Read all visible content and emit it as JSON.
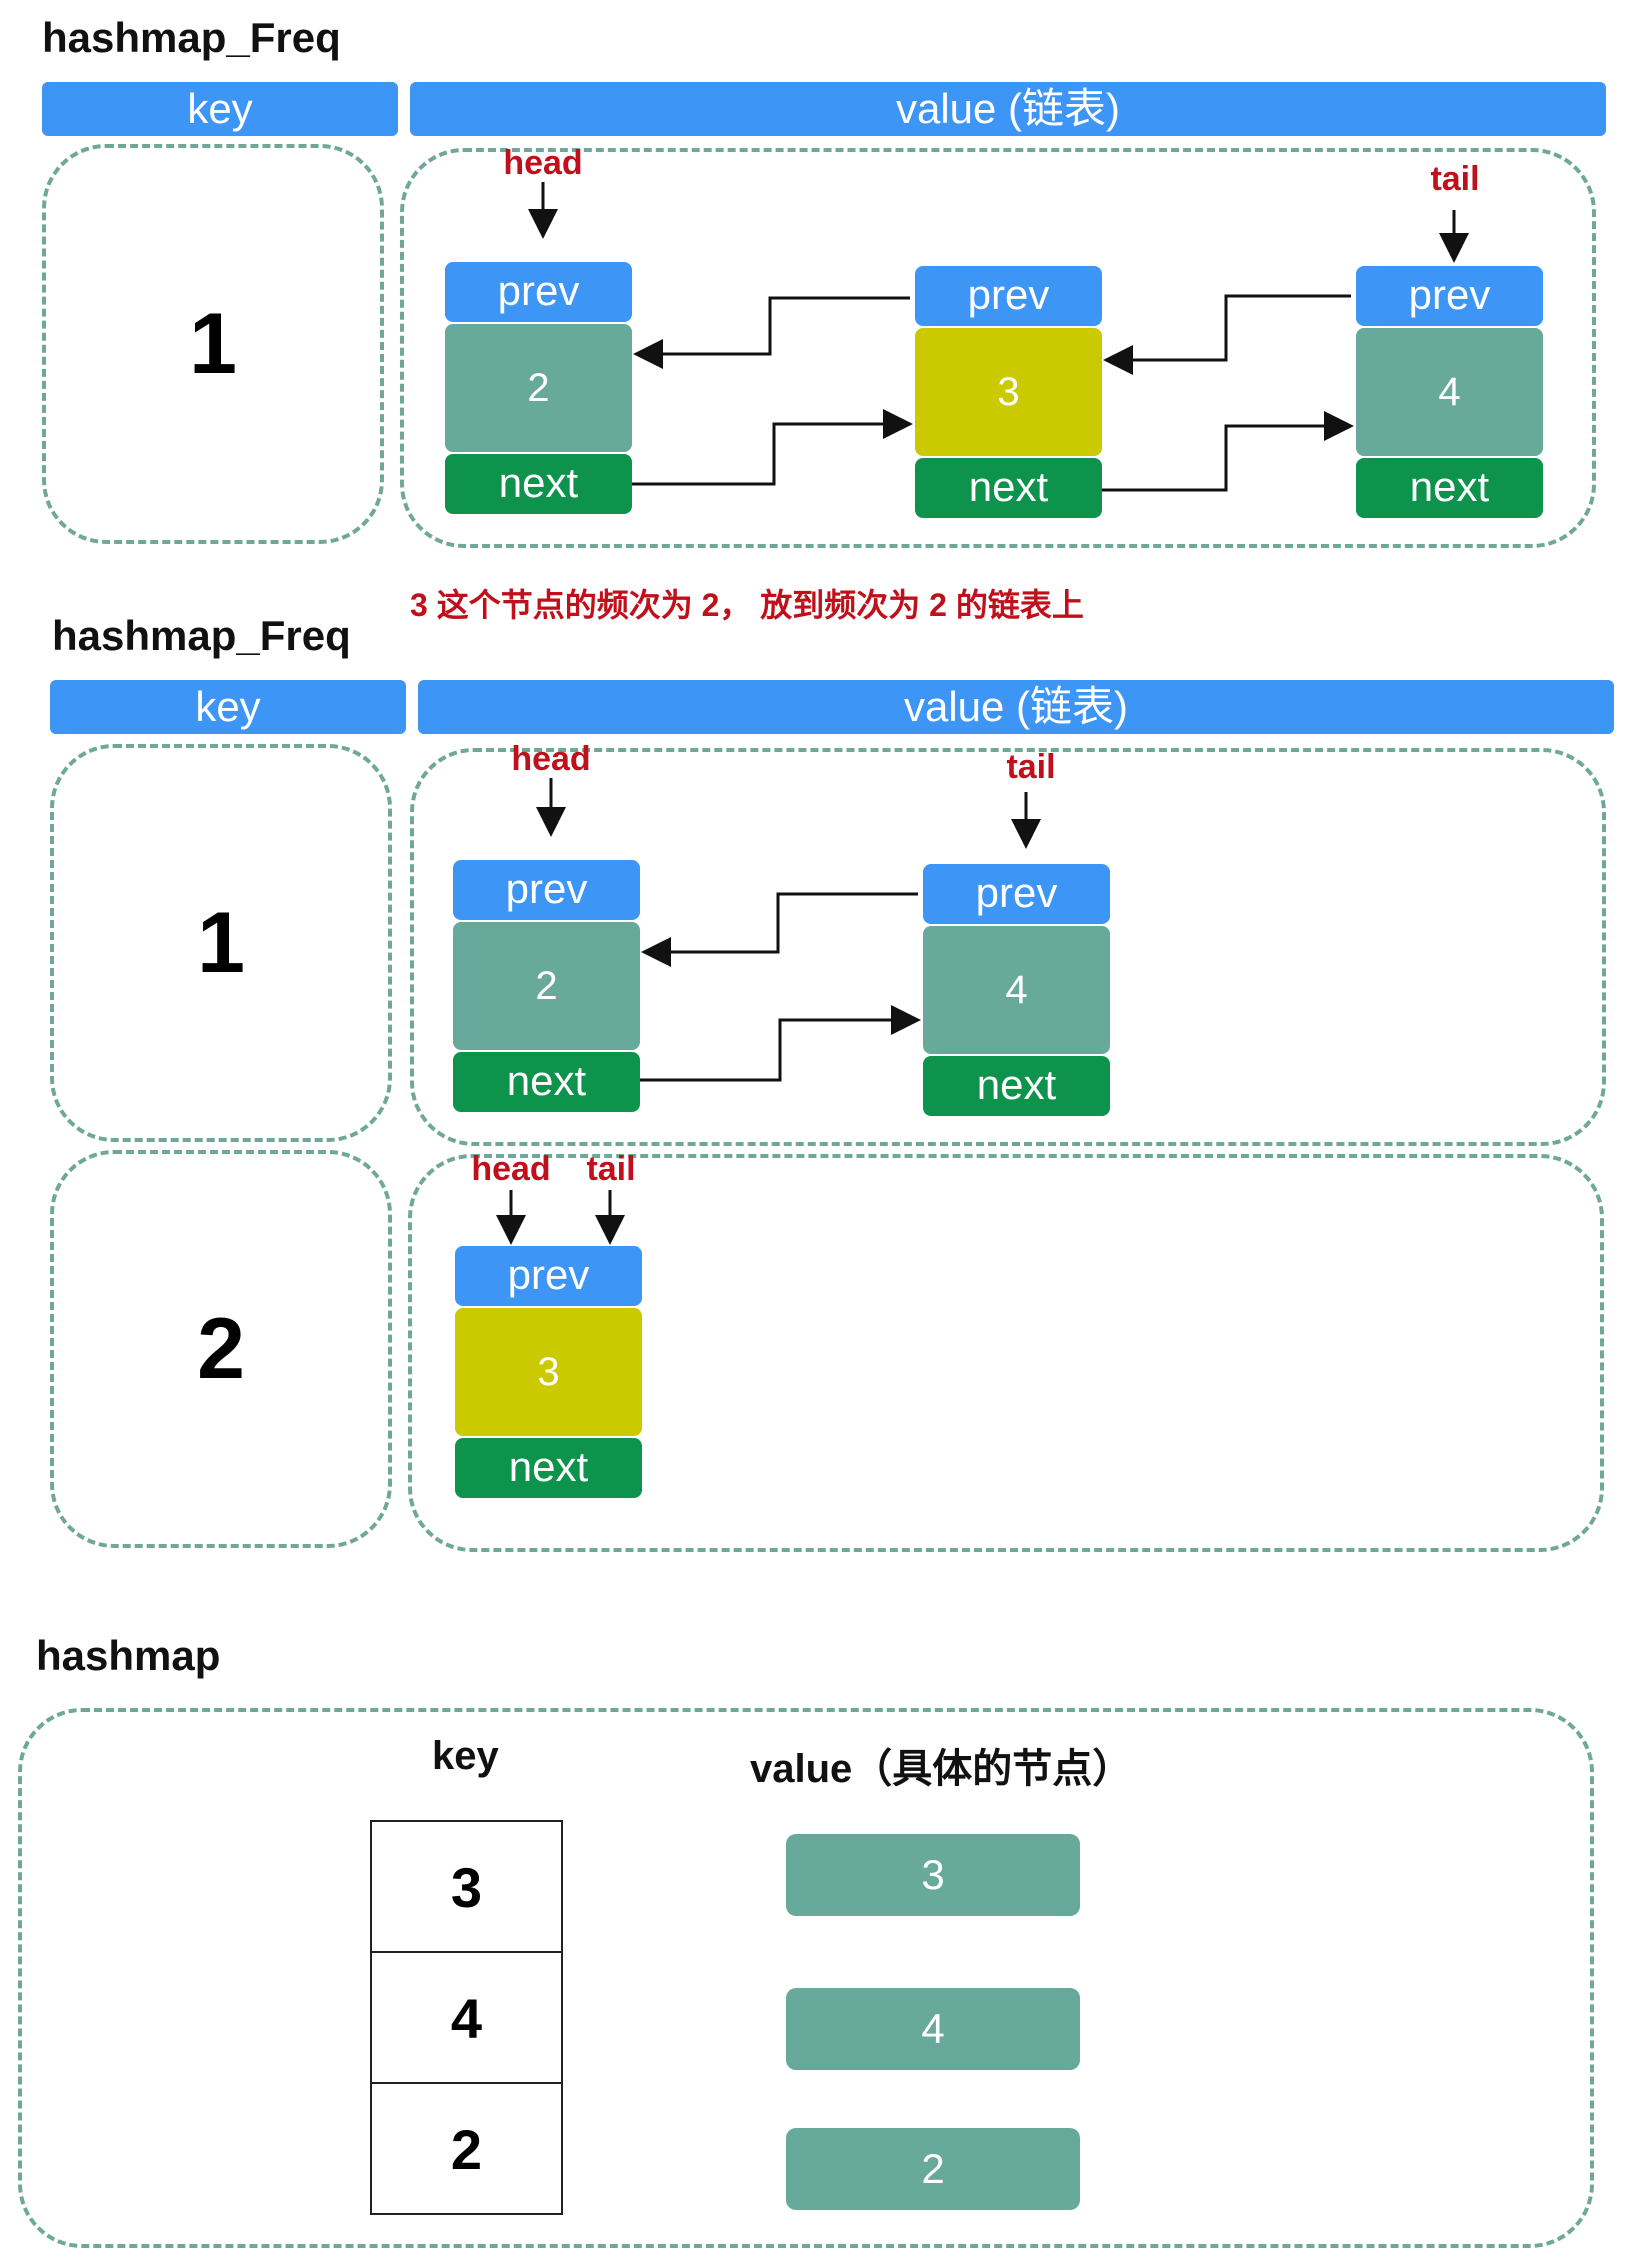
{
  "sections": {
    "freq_before": {
      "title": "hashmap_Freq",
      "key_header": "key",
      "value_header": "value (链表)",
      "key": "1",
      "nodes": [
        {
          "prev": "prev",
          "value": "2",
          "next": "next",
          "color": "#67aa9b"
        },
        {
          "prev": "prev",
          "value": "3",
          "next": "next",
          "color": "#cbca00"
        },
        {
          "prev": "prev",
          "value": "4",
          "next": "next",
          "color": "#67aa9b"
        }
      ],
      "head_label": "head",
      "tail_label": "tail"
    },
    "note": "3 这个节点的频次为  2， 放到频次为 2 的链表上",
    "freq_after": {
      "title": "hashmap_Freq",
      "key_header": "key",
      "value_header": "value (链表)",
      "row1": {
        "key": "1",
        "nodes": [
          {
            "prev": "prev",
            "value": "2",
            "next": "next",
            "color": "#67aa9b"
          },
          {
            "prev": "prev",
            "value": "4",
            "next": "next",
            "color": "#67aa9b"
          }
        ],
        "head_label": "head",
        "tail_label": "tail"
      },
      "row2": {
        "key": "2",
        "nodes": [
          {
            "prev": "prev",
            "value": "3",
            "next": "next",
            "color": "#cbca00"
          }
        ],
        "head_label": "head",
        "tail_label": "tail"
      }
    },
    "hashmap": {
      "title": "hashmap",
      "key_header": "key",
      "value_header": "value（具体的节点）",
      "keys": [
        "3",
        "4",
        "2"
      ],
      "values": [
        "3",
        "4",
        "2"
      ]
    }
  },
  "colors": {
    "header_blue": "#3d95f5",
    "node_teal": "#67aa9b",
    "node_yellow": "#cbca00",
    "next_green": "#0e934c",
    "pointer_red": "#c0101c",
    "dash_border": "#6fa899"
  }
}
